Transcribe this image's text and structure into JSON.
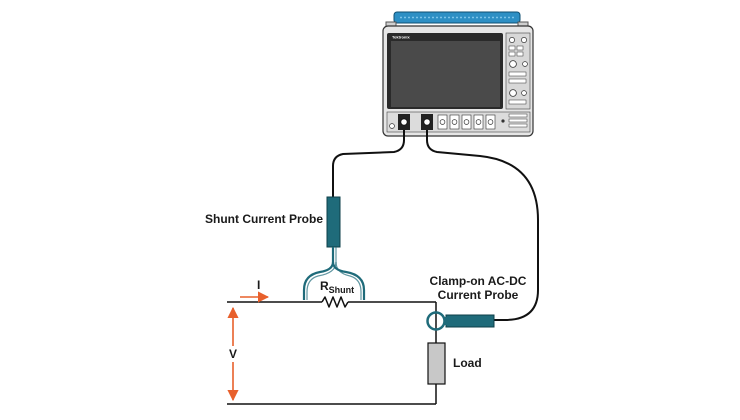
{
  "oscilloscope": {
    "brand": "Tektronix"
  },
  "labels": {
    "shunt_probe": "Shunt Current Probe",
    "rshunt_main": "R",
    "rshunt_sub": "Shunt",
    "clamp_line1": "Clamp-on AC-DC",
    "clamp_line2": "Current Probe",
    "current": "I",
    "voltage": "V",
    "load": "Load"
  },
  "colors": {
    "probe_teal": "#1f6b7a",
    "arrow_orange": "#e8602c",
    "scope_body": "#e6e6e6",
    "scope_screen": "#4a4a4a",
    "scope_handle": "#2d8fc4",
    "load_fill": "#c8c8c8",
    "wire": "#111111"
  }
}
